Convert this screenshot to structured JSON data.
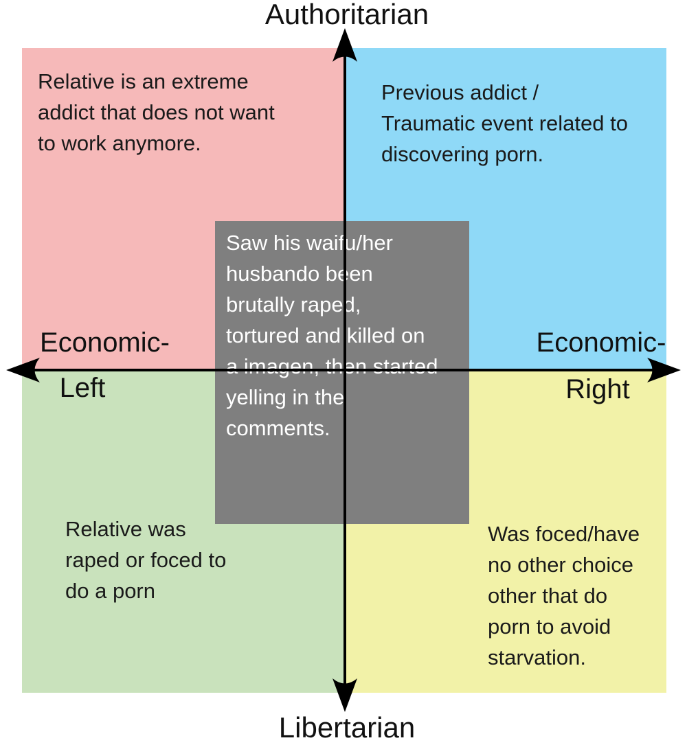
{
  "title_top": "Authoritarian",
  "title_bottom": "Libertarian",
  "axis_left": {
    "line1": "Economic-",
    "line2": "Left"
  },
  "axis_right": {
    "line1": "Economic-",
    "line2": "Right"
  },
  "quadrants": {
    "auth_left": {
      "color": "#f6b9b9",
      "text": "Relative is an extreme\naddict that does not want\nto work anymore."
    },
    "auth_right": {
      "color": "#8fd9f7",
      "text": "Previous addict /\nTraumatic event related to\ndiscovering porn."
    },
    "lib_left": {
      "color": "#c9e2bc",
      "text": "Relative was\nraped or foced to\ndo a porn"
    },
    "lib_right": {
      "color": "#f2f2a8",
      "text": "Was foced/have\nno other choice\nother that do\nporn to avoid\nstarvation."
    }
  },
  "center_overlay": {
    "color": "#7f7f7f",
    "text_color": "#ffffff",
    "text": "Saw his waifu/her\nhusbando been\nbrutally raped,\ntortured and killed on\na imagen, then started\nyelling in the\ncomments."
  },
  "axis_color": "#000000"
}
